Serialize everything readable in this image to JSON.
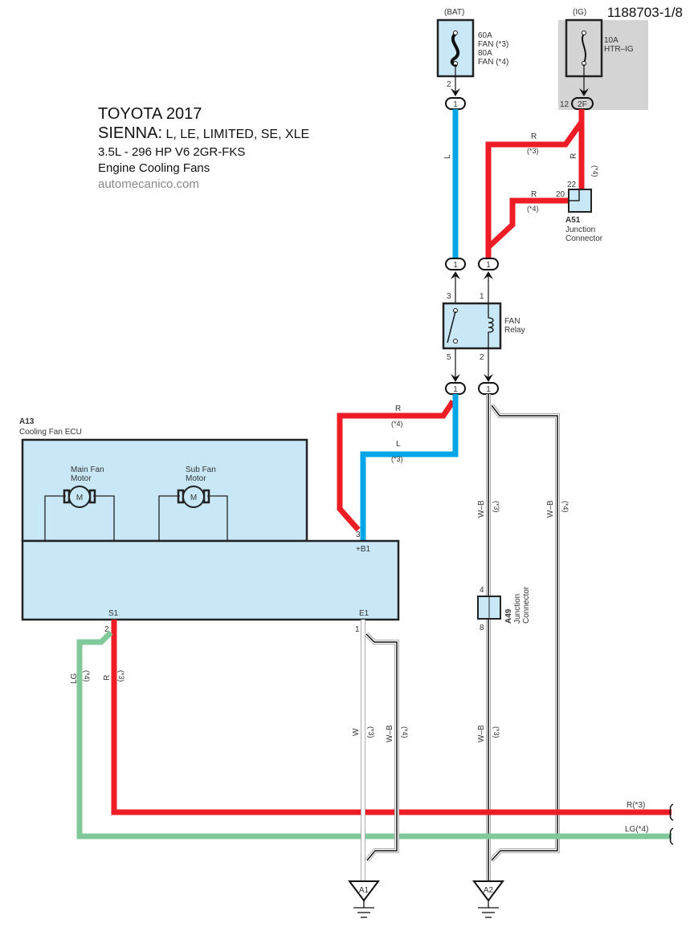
{
  "document": {
    "id": "1188703-1/8",
    "title": {
      "make_year": "TOYOTA 2017",
      "model": "SIENNA:",
      "trims": " L, LE, LIMITED, SE, XLE",
      "engine": "3.5L - 296 HP V6 2GR-FKS",
      "system": "Engine Cooling Fans",
      "source": "automecanico.com"
    }
  },
  "colors": {
    "wire_red": "#ee1c25",
    "wire_blue": "#00a6e6",
    "wire_lightgreen": "#80c99a",
    "component_fill": "#c8e8f8",
    "ig_fill": "#d4d4d4"
  },
  "fuses": {
    "bat": {
      "label": "(BAT)",
      "line1": "60A",
      "line2": "FAN (*3)",
      "line3": "80A",
      "line4": "FAN (*4)",
      "pin": "2",
      "connector": "1"
    },
    "ig": {
      "label": "(IG)",
      "line1": "10A",
      "line2": "HTR–IG",
      "pin": "12",
      "connector": "2F"
    }
  },
  "junction_a51": {
    "code": "A51",
    "name1": "Junction",
    "name2": "Connector",
    "pin_top": "22",
    "pin_left": "20"
  },
  "junction_a49": {
    "code": "A49",
    "name1": "Junction",
    "name2": "Connector",
    "pin_top": "4",
    "pin_bottom": "8"
  },
  "relay": {
    "name1": "FAN",
    "name2": "Relay",
    "pin3": "3",
    "pin1": "1",
    "pin5": "5",
    "pin2": "2"
  },
  "connectors": {
    "c1": "1"
  },
  "ecu": {
    "code": "A13",
    "name": "Cooling Fan ECU",
    "main_motor1": "Main Fan",
    "main_motor2": "Motor",
    "sub_motor1": "Sub Fan",
    "sub_motor2": "Motor",
    "motor_glyph": "M",
    "pin_b1": "+B1",
    "pin_b1_num": "3",
    "pin_s1": "S1",
    "pin_s1_num": "2",
    "pin_e1": "E1",
    "pin_e1_num": "1"
  },
  "wires": {
    "L": "L",
    "R": "R",
    "LG": "LG",
    "W": "W",
    "WB": "W–B",
    "v3": "(*3)",
    "v4": "(*4)",
    "R3_out": "R(*3)",
    "LG4_out": "LG(*4)"
  },
  "grounds": {
    "a1": "A1",
    "a2": "A2"
  }
}
